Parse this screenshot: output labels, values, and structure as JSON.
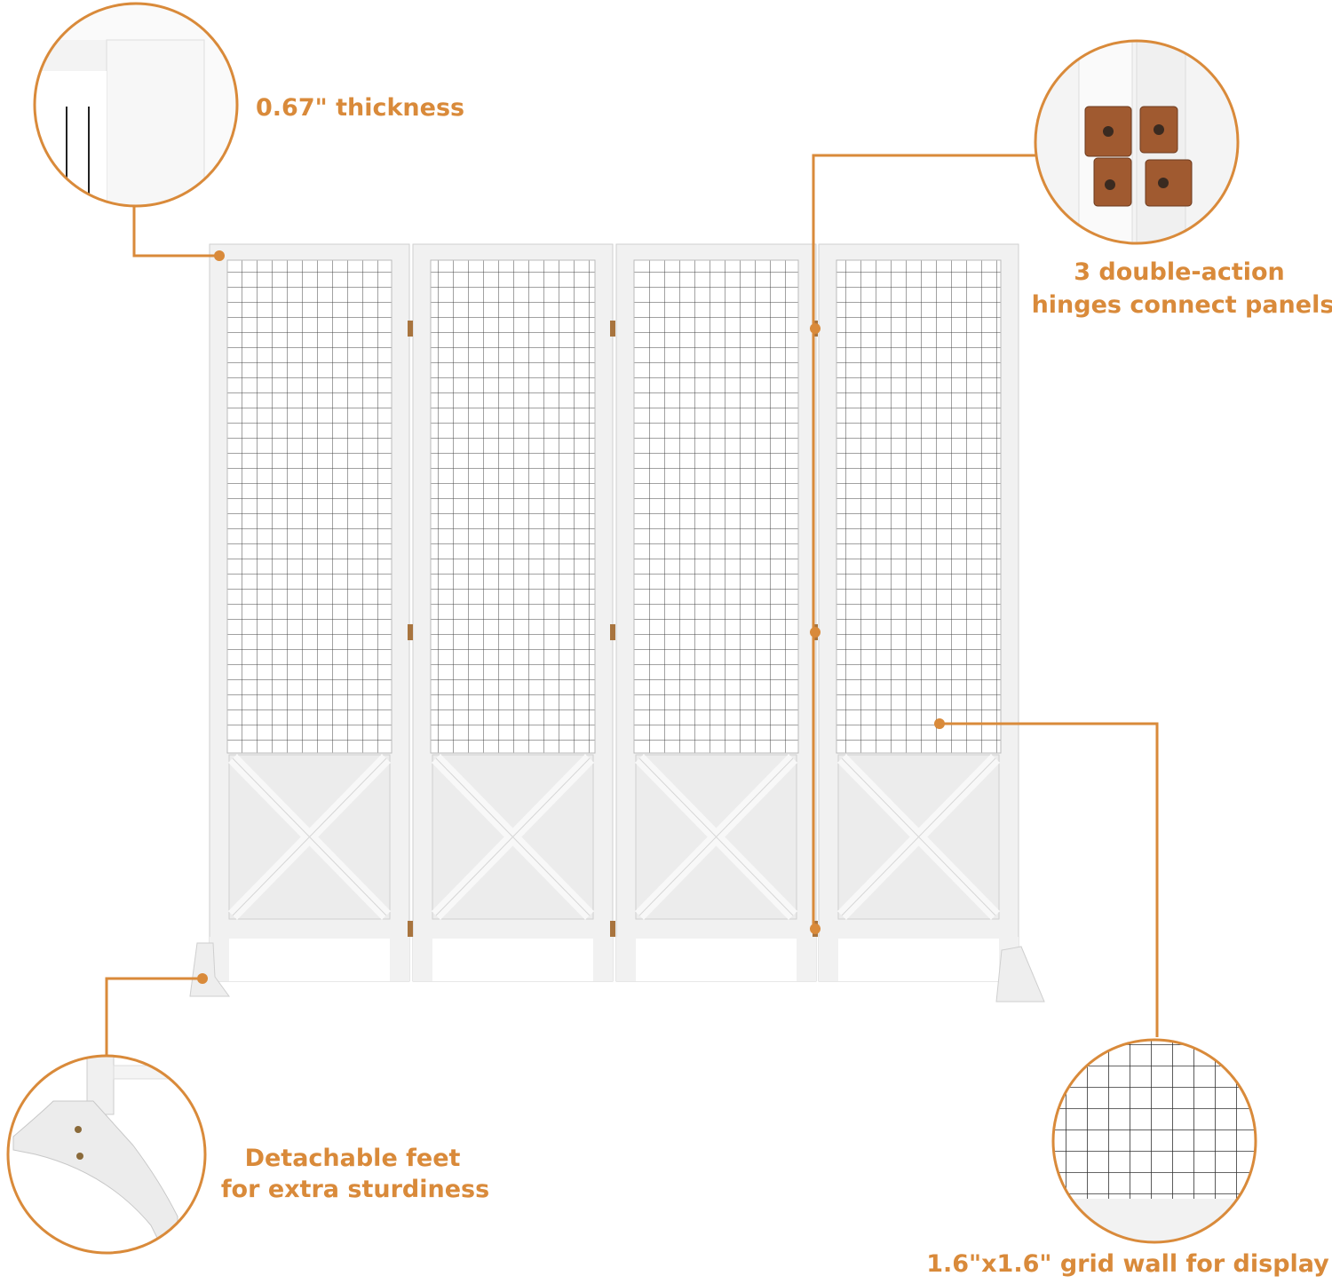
{
  "accent_color": "#d98a3a",
  "callouts": {
    "thickness": {
      "label": "0.67\" thickness"
    },
    "hinges": {
      "line1": "3 double-action",
      "line2": "hinges connect panels"
    },
    "feet": {
      "line1": "Detachable feet",
      "line2": "for extra sturdiness"
    },
    "grid": {
      "label": "1.6\"x1.6\" grid wall for display"
    }
  },
  "product": {
    "panel_count": 4,
    "hinge_count": 3
  }
}
